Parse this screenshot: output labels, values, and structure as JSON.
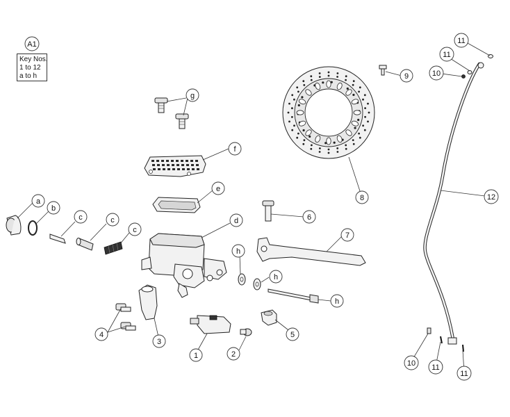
{
  "sheet_label": "A1",
  "key_box": {
    "line1": "Key Nos.",
    "line2": "1 to 12",
    "line3": "a to h"
  },
  "callouts": {
    "a": "a",
    "b": "b",
    "c1": "c",
    "c2": "c",
    "c3": "c",
    "d": "d",
    "e": "e",
    "f": "f",
    "g": "g",
    "h1": "h",
    "h2": "h",
    "h3": "h",
    "n1": "1",
    "n2": "2",
    "n3": "3",
    "n4": "4",
    "n5": "5",
    "n6": "6",
    "n7": "7",
    "n8": "8",
    "n9": "9",
    "n10a": "10",
    "n10b": "10",
    "n11a": "11",
    "n11b": "11",
    "n11c": "11",
    "n11d": "11",
    "n12": "12"
  }
}
